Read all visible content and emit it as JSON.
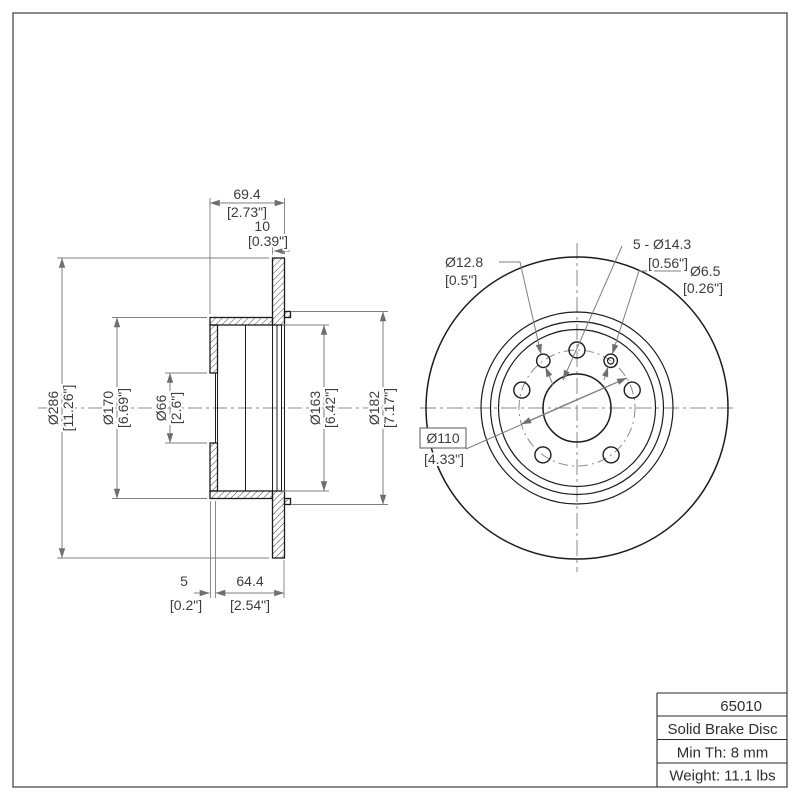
{
  "section_view": {
    "overall_width": {
      "mm": "69.4",
      "in": "[2.73\"]"
    },
    "plate_thickness": {
      "mm": "10",
      "in": "[0.39\"]"
    },
    "outer_dia": {
      "mm": "Ø286",
      "in": "[11.26\"]"
    },
    "hat_outer_dia": {
      "mm": "Ø170",
      "in": "[6.69\"]"
    },
    "center_bore_dia": {
      "mm": "Ø66",
      "in": "[2.6\"]"
    },
    "friction_inner_dia": {
      "mm": "Ø163",
      "in": "[6.42\"]"
    },
    "hat_rim_dia": {
      "mm": "Ø182",
      "in": "[7.17\"]"
    },
    "mount_face_thickness": {
      "mm": "5",
      "in": "[0.2\"]"
    },
    "hat_depth": {
      "mm": "64.4",
      "in": "[2.54\"]"
    }
  },
  "front_view": {
    "pilot_hole": {
      "mm": "Ø12.8",
      "in": "[0.5\"]"
    },
    "lug_holes": {
      "mm": "5 - Ø14.3",
      "in": "[0.56\"]"
    },
    "screw_hole": {
      "mm": "Ø6.5",
      "in": "[0.26\"]"
    },
    "bolt_circle": {
      "mm": "Ø110",
      "in": "[4.33\"]"
    }
  },
  "title_block": {
    "part_number": "65010",
    "description": "Solid Brake Disc",
    "min_thickness": "Min Th: 8 mm",
    "weight": "Weight: 11.1 lbs"
  }
}
